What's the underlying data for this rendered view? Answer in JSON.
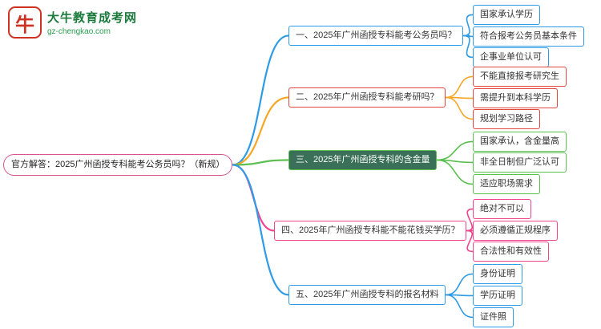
{
  "logo": {
    "icon": "bull-icon",
    "icon_glyph": "牛",
    "title": "大牛教育成考网",
    "url": "gz-chengkao.com",
    "title_color": "#1c7a3d",
    "icon_color": "#cc3322"
  },
  "root": {
    "label": "官方解答：2025广州函授专科能考公务员吗？（新规）",
    "border_color": "#d4568f"
  },
  "branches": [
    {
      "label": "一、2025年广州函授专科能考公务员吗？",
      "line_color": "#2e9be6",
      "border_color": "#2e9be6",
      "children": [
        "国家承认学历",
        "符合报考公务员基本条件",
        "企事业单位认可"
      ]
    },
    {
      "label": "二、2025年广州函授专科能考研吗？",
      "line_color": "#f5a623",
      "border_color": "#e0483e",
      "children": [
        "不能直接报考研究生",
        "需提升到本科学历",
        "规划学习路径"
      ]
    },
    {
      "label": "三、2025年广州函授专科的含金量",
      "line_color": "#5abf4e",
      "border_color": "#5abf4e",
      "fill_color": "#3a7057",
      "text_color": "#ffffff",
      "children": [
        "国家承认，含金量高",
        "非全日制但广泛认可",
        "适应职场需求"
      ]
    },
    {
      "label": "四、2025年广州函授专科能不能花钱买学历？",
      "line_color": "#f0448c",
      "border_color": "#f0448c",
      "children": [
        "绝对不可以",
        "必须遵循正规程序",
        "合法性和有效性"
      ]
    },
    {
      "label": "五、2025年广州函授专科的报名材料",
      "line_color": "#2e9be6",
      "border_color": "#2e9be6",
      "children": [
        "身份证明",
        "学历证明",
        "证件照"
      ]
    }
  ]
}
